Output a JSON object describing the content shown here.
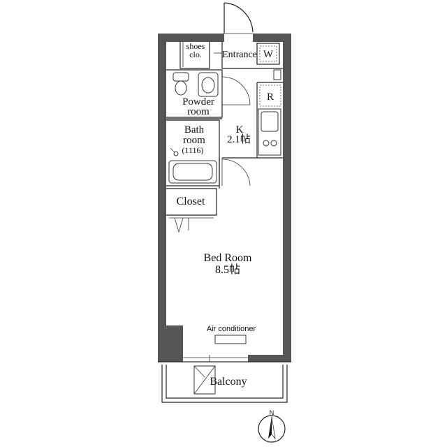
{
  "rooms": {
    "shoes": "shoes",
    "shoes_clo": "clo.",
    "entrance": "Entrance",
    "w": "W",
    "r": "R",
    "powder_1": "Powder",
    "powder_2": "room",
    "bath_1": "Bath",
    "bath_2": "room",
    "bath_size": "(1116)",
    "kitchen": "K",
    "kitchen_size": "2.1帖",
    "closet": "Closet",
    "bedroom": "Bed Room",
    "bedroom_size": "8.5帖",
    "aircon": "Air conditioner",
    "balcony": "Balcony"
  },
  "compass": {
    "label": "N"
  },
  "colors": {
    "wall": "#555555",
    "line": "#222222"
  }
}
